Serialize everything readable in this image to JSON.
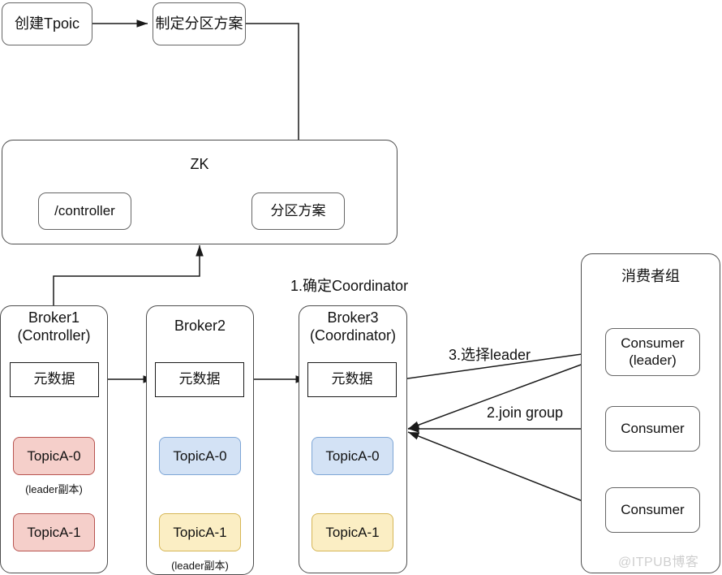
{
  "diagram": {
    "title": "Kafka Topic partition and consumer group coordination flow",
    "watermark": "@ITPUB博客",
    "colors": {
      "stroke": "#4d4d4d",
      "stroke_dark": "#1a1a1a",
      "topic_red_fill": "#f5cfca",
      "topic_red_border": "#b85450",
      "topic_blue_fill": "#d3e2f5",
      "topic_blue_border": "#7ea6d6",
      "topic_yellow_fill": "#fbeec4",
      "topic_yellow_border": "#d6b656",
      "watermark_gray": "#cfcfcf"
    }
  },
  "flow": {
    "create_topic": "创建Tpoic",
    "make_partition_plan": "制定分区方案"
  },
  "zk": {
    "title": "ZK",
    "nodes": [
      {
        "label": "/controller"
      },
      {
        "label": "分区方案"
      }
    ]
  },
  "brokers": [
    {
      "title": "Broker1\n(Controller)",
      "metadata": "元数据",
      "partitions": [
        {
          "label": "TopicA-0",
          "color": "red",
          "note": "(leader副本)"
        },
        {
          "label": "TopicA-1",
          "color": "red",
          "note": ""
        }
      ]
    },
    {
      "title": "Broker2",
      "metadata": "元数据",
      "partitions": [
        {
          "label": "TopicA-0",
          "color": "blue",
          "note": ""
        },
        {
          "label": "TopicA-1",
          "color": "yellow",
          "note": "(leader副本)"
        }
      ]
    },
    {
      "title": "Broker3\n(Coordinator)",
      "metadata": "元数据",
      "partitions": [
        {
          "label": "TopicA-0",
          "color": "blue",
          "note": ""
        },
        {
          "label": "TopicA-1",
          "color": "yellow",
          "note": ""
        }
      ]
    }
  ],
  "consumer_group": {
    "title": "消费者组",
    "members": [
      {
        "label": "Consumer\n(leader)"
      },
      {
        "label": "Consumer"
      },
      {
        "label": "Consumer"
      }
    ]
  },
  "steps": {
    "step1": "1.确定Coordinator",
    "step2": "2.join group",
    "step3": "3.选择leader"
  }
}
